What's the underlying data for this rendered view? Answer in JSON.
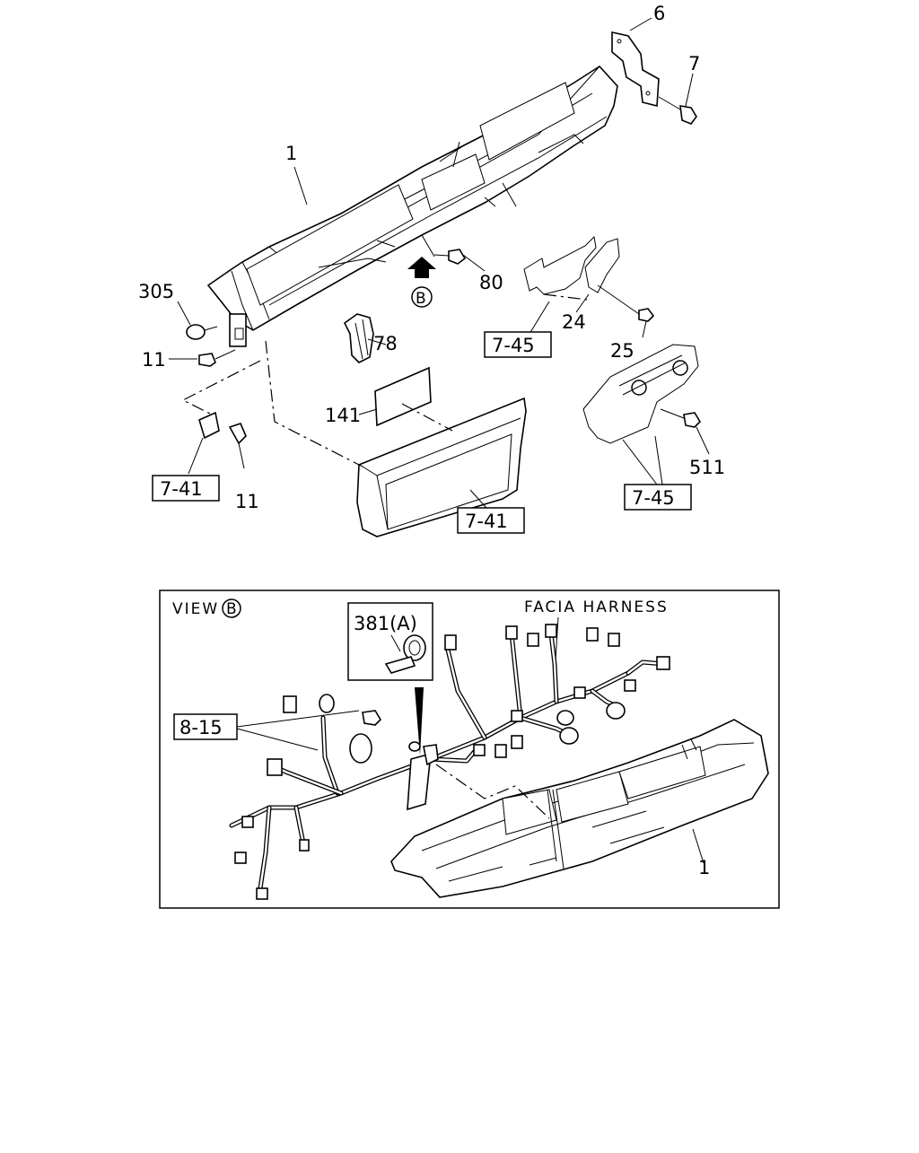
{
  "callouts": {
    "c1": "1",
    "c6": "6",
    "c7": "7",
    "c80": "80",
    "c305": "305",
    "c11a": "11",
    "c11b": "11",
    "c78": "78",
    "c24": "24",
    "c25": "25",
    "c141": "141",
    "c511": "511",
    "c1b": "1"
  },
  "refs": {
    "r745a": "7-45",
    "r745b": "7-45",
    "r741a": "7-41",
    "r741b": "7-41",
    "r815": "8-15"
  },
  "view_marker": "B",
  "view_label": "VIEW",
  "view_circle": "B",
  "harness_label": "FACIA HARNESS",
  "clip_label": "381(A)"
}
